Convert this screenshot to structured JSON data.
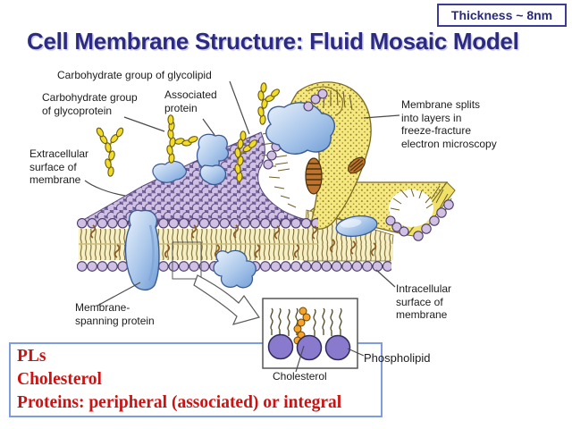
{
  "title": {
    "text": "Cell Membrane Structure: Fluid Mosaic Model"
  },
  "badge": {
    "text": "Thickness ~ 8nm"
  },
  "labels": {
    "glycolipid": "Carbohydrate group of glycolipid",
    "glycoprotein": "Carbohydrate group\nof glycoprotein",
    "associated_protein": "Associated\nprotein",
    "extracellular": "Extracellular\nsurface of\nmembrane",
    "membrane_splits": "Membrane splits\ninto layers in\nfreeze-fracture\nelectron microscopy",
    "membrane_spanning": "Membrane-\nspanning protein",
    "intracellular": "Intracellular\nsurface of\nmembrane",
    "phospholipid": "Phospholipid",
    "cholesterol": "Cholesterol"
  },
  "note": {
    "lines": [
      "PLs",
      "Cholesterol",
      "Proteins: peripheral (associated) or integral"
    ]
  },
  "colors": {
    "title_navy": "#2d2a82",
    "badge_border": "#3c3c96",
    "note_red": "#cc1212",
    "note_border_blue": "#7e9ce0",
    "membrane_purple": "#7a68a2",
    "head_lavender": "#cfc0e4",
    "lipid_yellow": "#f5e87e",
    "tail_cream": "#f7f0c4",
    "protein_blue": "#8fb3e0",
    "carb_yellow": "#f2dc28",
    "cholesterol_orange": "#f5a62a",
    "inset_head_purple": "#8a7ace"
  }
}
